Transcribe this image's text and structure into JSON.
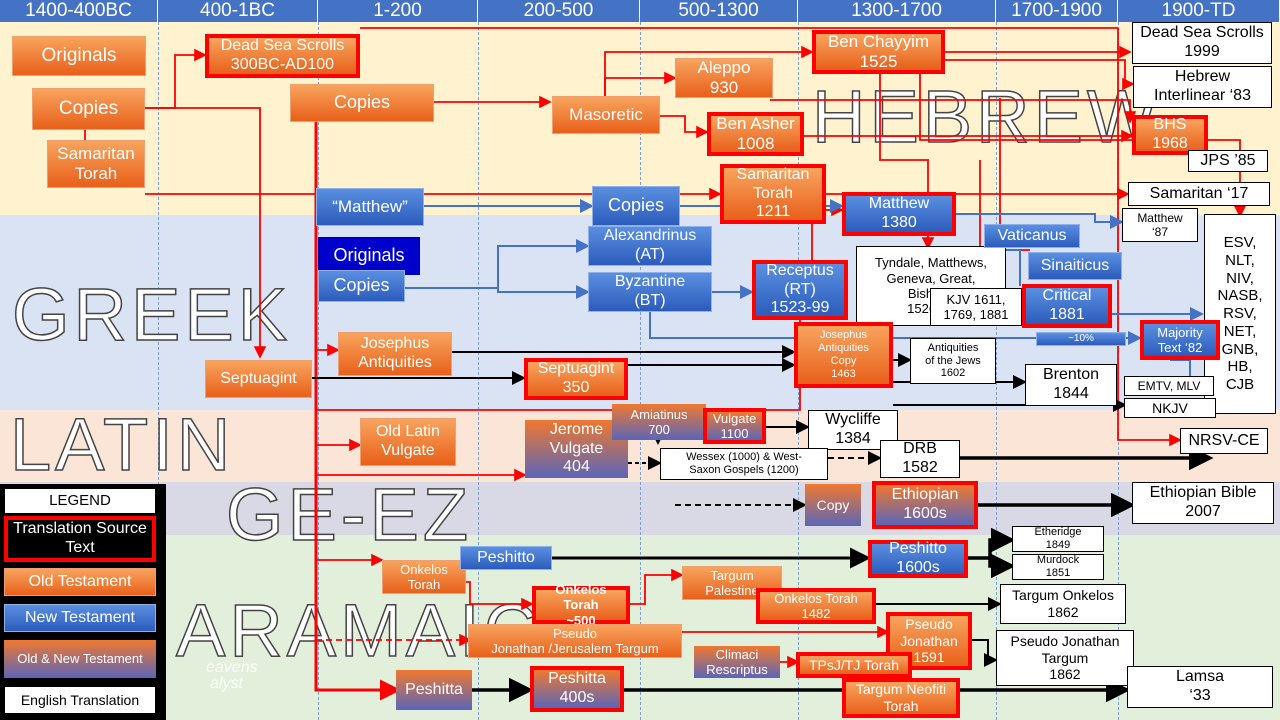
{
  "columns": [
    "1400-400BC",
    "400-1BC",
    "1-200",
    "200-500",
    "500-1300",
    "1300-1700",
    "1700-1900",
    "1900-TD"
  ],
  "sections": {
    "hebrew": "HEBREW",
    "greek": "GREEK",
    "latin": "LATIN",
    "geez": "GE-EZ",
    "aramaic": "ARAMAIC"
  },
  "colors": {
    "header": "#4472c4",
    "hebrew_bg": "#fff3cf",
    "greek_bg": "#dae3f3",
    "latin_bg": "#fbe5d6",
    "geez_bg": "#d9d9e6",
    "aramaic_bg": "#e2efda",
    "arrow": "#ff0000"
  },
  "legend": {
    "title": "LEGEND",
    "source": "Translation Source Text",
    "ot": "Old Testament",
    "nt": "New Testament",
    "mixed": "Old & New Testament",
    "english": "English Translation"
  },
  "watermark": {
    "line1": "eavens",
    "line2": "alyst"
  },
  "hebrew": {
    "originals": "Originals",
    "copies_early": "Copies",
    "samaritan": "Samaritan\nTorah",
    "dss": "Dead Sea Scrolls\n300BC-AD100",
    "copies": "Copies",
    "masoretic": "Masoretic",
    "aleppo": "Aleppo\n930",
    "ben_asher": "Ben Asher\n1008",
    "ben_chayyim": "Ben Chayyim\n1525",
    "samaritan_1211": "Samaritan\nTorah\n1211",
    "bhs": "BHS\n1968",
    "dss_1999": "Dead Sea Scrolls\n1999",
    "interlinear": "Hebrew\nInterlinear ‘83",
    "jps": "JPS ’85",
    "samaritan_17": "Samaritan ‘17"
  },
  "greek": {
    "matthew": "“Matthew”",
    "originals": "Originals",
    "copies": "Copies",
    "copies2": "Copies",
    "alexandrinus": "Alexandrinus\n(AT)",
    "byzantine": "Byzantine\n(BT)",
    "matthew_1380": "Matthew\n1380",
    "receptus": "Receptus\n(RT)\n1523-99",
    "tyndale": "Tyndale, Matthews,\nGeneva, Great,\nBishops\n1526-99",
    "vaticanus": "Vaticanus",
    "sinaiticus": "Sinaiticus",
    "critical": "Critical\n1881",
    "kjv": "KJV 1611,\n1769, 1881",
    "matthew_87": "Matthew\n‘87",
    "modern": "ESV,\nNLT,\nNIV,\nNASB,\nRSV,\nNET,\nGNB,\nHB,\nCJB",
    "majority": "Majority\nText ‘82",
    "ten_pct": "~10%",
    "emtv": "EMTV, MLV",
    "nkjv": "NKJV",
    "josephus": "Josephus\nAntiquities",
    "septuagint": "Septuagint",
    "septuagint_350": "Septuagint\n350",
    "josephus_copy": "Josephus\nAntiquities\nCopy\n1463",
    "antiquities_1602": "Antiquities\nof the Jews\n1602",
    "brenton": "Brenton\n1844"
  },
  "latin": {
    "old_latin": "Old Latin\nVulgate",
    "jerome": "Jerome\nVulgate\n404",
    "amiatinus": "Amiatinus\n700",
    "vulgate_1100": "Vulgate\n1100",
    "wycliffe": "Wycliffe\n1384",
    "wessex": "Wessex (1000) & West-\nSaxon Gospels (1200)",
    "drb": "DRB\n1582",
    "nrsv": "NRSV-CE"
  },
  "geez": {
    "copy": "Copy",
    "ethiopian_1600": "Ethiopian\n1600s",
    "ethiopian_2007": "Ethiopian Bible\n2007"
  },
  "aramaic": {
    "onkelos": "Onkelos\nTorah",
    "peshitto": "Peshitto",
    "onkelos_500": "Onkelos Torah\n~500",
    "targum_palestine": "Targum\nPalestine",
    "onkelos_1482": "Onkelos Torah\n1482",
    "peshitto_1600": "Peshitto\n1600s",
    "etheridge": "Etheridge\n1849",
    "murdock": "Murdock\n1851",
    "targum_onkelos": "Targum Onkelos\n1862",
    "pseudo": "Pseudo\nJonathan /Jerusalem Targum",
    "pseudo_1591": "Pseudo\nJonathan\n1591",
    "pseudo_1862": "Pseudo Jonathan\nTargum\n1862",
    "climaci": "Climaci\nRescriptus",
    "tpsj": "TPsJ/TJ Torah",
    "peshitta": "Peshitta",
    "peshitta_400": "Peshitta\n400s",
    "neofiti": "Targum Neofiti\nTorah",
    "lamsa": "Lamsa\n‘33"
  }
}
